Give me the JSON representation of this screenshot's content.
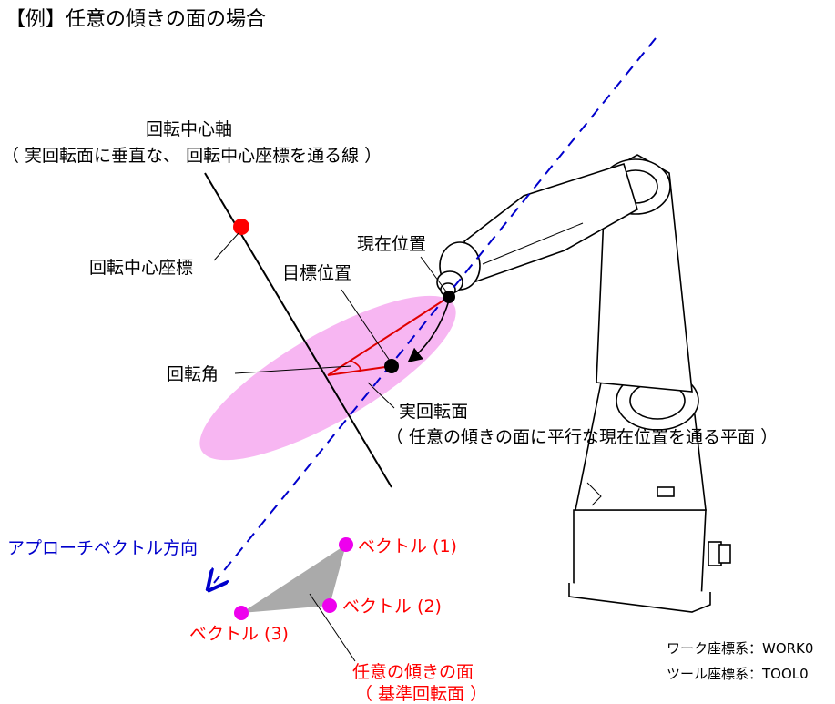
{
  "title": "【例】任意の傾きの面の場合",
  "labels": {
    "rotation_axis": "回転中心軸",
    "rotation_axis_note": "（ 実回転面に垂直な、 回転中心座標を通る線 ）",
    "rotation_center": "回転中心座標",
    "current_position": "現在位置",
    "target_position": "目標位置",
    "rotation_angle": "回転角",
    "actual_plane": "実回転面",
    "actual_plane_note": "（ 任意の傾きの面に平行な現在位置を通る平面 ）",
    "approach_vector": "アプローチベクトル方向",
    "vector_1": "ベクトル (1)",
    "vector_2": "ベクトル (2)",
    "vector_3": "ベクトル (3)",
    "tilted_plane": "任意の傾きの面",
    "tilted_plane_note": "（ 基準回転面 ）",
    "work_coord": "ワーク座標系：WORK0",
    "tool_coord": "ツール座標系：TOOL0"
  },
  "colors": {
    "plane_fill": "#f7b6f2",
    "center_point": "#ff0000",
    "vector_points": "#ee00ee",
    "rotation_line": "#e00000",
    "approach_line": "#0000cc",
    "triangle_fill": "#aaaaaa"
  }
}
